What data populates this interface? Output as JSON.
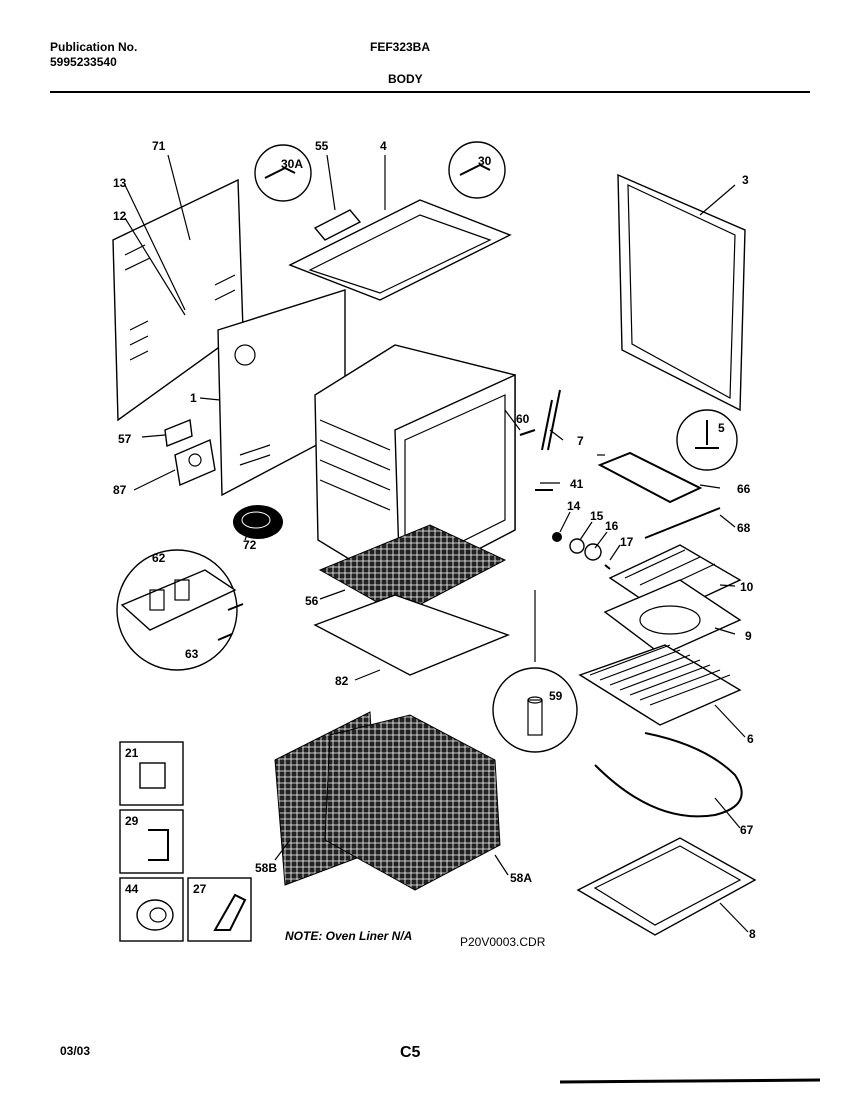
{
  "header": {
    "publication_label": "Publication No.",
    "publication_number": "5995233540",
    "model": "FEF323BA",
    "section": "BODY"
  },
  "footer": {
    "date": "03/03",
    "page": "C5"
  },
  "note": "NOTE: Oven Liner N/A",
  "drawing_file": "P20V0003.CDR",
  "callouts": [
    "71",
    "13",
    "12",
    "55",
    "30A",
    "4",
    "30",
    "3",
    "1",
    "57",
    "87",
    "72",
    "62",
    "63",
    "56",
    "82",
    "60",
    "7",
    "41",
    "14",
    "15",
    "16",
    "17",
    "66",
    "68",
    "10",
    "9",
    "59",
    "6",
    "5",
    "67",
    "8",
    "21",
    "29",
    "44",
    "27",
    "58B",
    "58A"
  ]
}
